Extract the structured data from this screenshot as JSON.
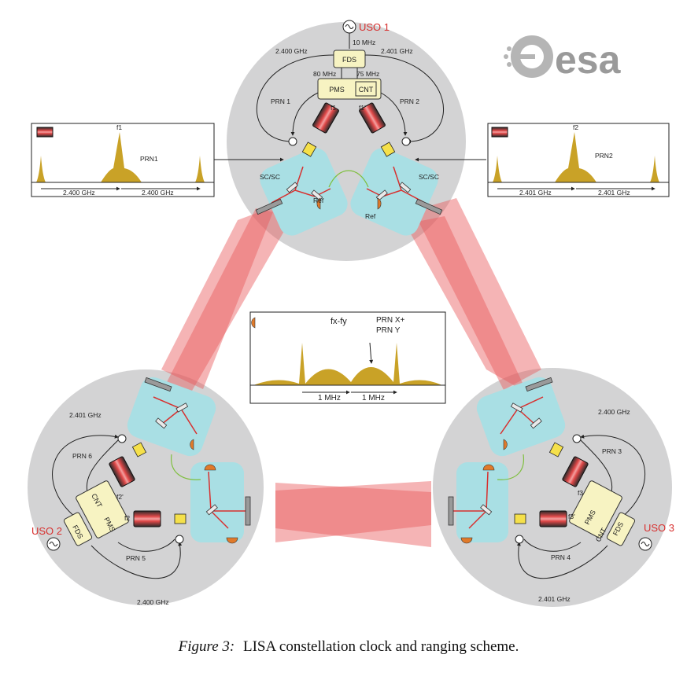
{
  "logo": {
    "text": "esa"
  },
  "caption": {
    "prefix": "Figure 3:",
    "text": "LISA constellation clock and ranging scheme."
  },
  "sat1": {
    "uso": "USO 1",
    "fds": "FDS",
    "pms": "PMS",
    "cnt": "CNT",
    "freq_10": "10 MHz",
    "freq_80": "80 MHz",
    "freq_75": "75 MHz",
    "link_left": "2.400 GHz",
    "link_right": "2.401 GHz",
    "prn_left": "PRN 1",
    "prn_right": "PRN 2",
    "laser_left": "f1",
    "laser_right": "f1'",
    "scsc_left": "SC/SC",
    "scsc_right": "SC/SC",
    "ref_left": "Ref",
    "ref_right": "Ref"
  },
  "sat2": {
    "uso": "USO 2",
    "fds": "FDS",
    "pms": "PMS",
    "cnt": "CNT",
    "link_top": "2.401 GHz",
    "link_bottom": "2.400 GHz",
    "prn_top": "PRN 6",
    "prn_bottom": "PRN 5",
    "laser_a": "f2'",
    "laser_b": "f2"
  },
  "sat3": {
    "uso": "USO 3",
    "fds": "FDS",
    "pms": "PMS",
    "cnt": "CNT",
    "link_top": "2.400 GHz",
    "link_bottom": "2.401 GHz",
    "prn_top": "PRN 3",
    "prn_bottom": "PRN 4",
    "laser_a": "f3",
    "laser_b": "f3'"
  },
  "spectrum_left": {
    "peak": "f1",
    "prn": "PRN1",
    "span_a": "2.400 GHz",
    "span_b": "2.400 GHz"
  },
  "spectrum_right": {
    "peak": "f2",
    "prn": "PRN2",
    "span_a": "2.401 GHz",
    "span_b": "2.401 GHz"
  },
  "spectrum_center": {
    "peak": "fx-fy",
    "prn_a": "PRN X+",
    "prn_b": "PRN Y",
    "span_a": "1 MHz",
    "span_b": "1 MHz"
  },
  "colors": {
    "disc": "#d3d3d4",
    "bench": "#a9dfe4",
    "beam": "#e8595c",
    "signal": "#c9a227",
    "box": "#f7f3c2",
    "uso": "#d8302f",
    "fiber": "#7fbf3f"
  }
}
